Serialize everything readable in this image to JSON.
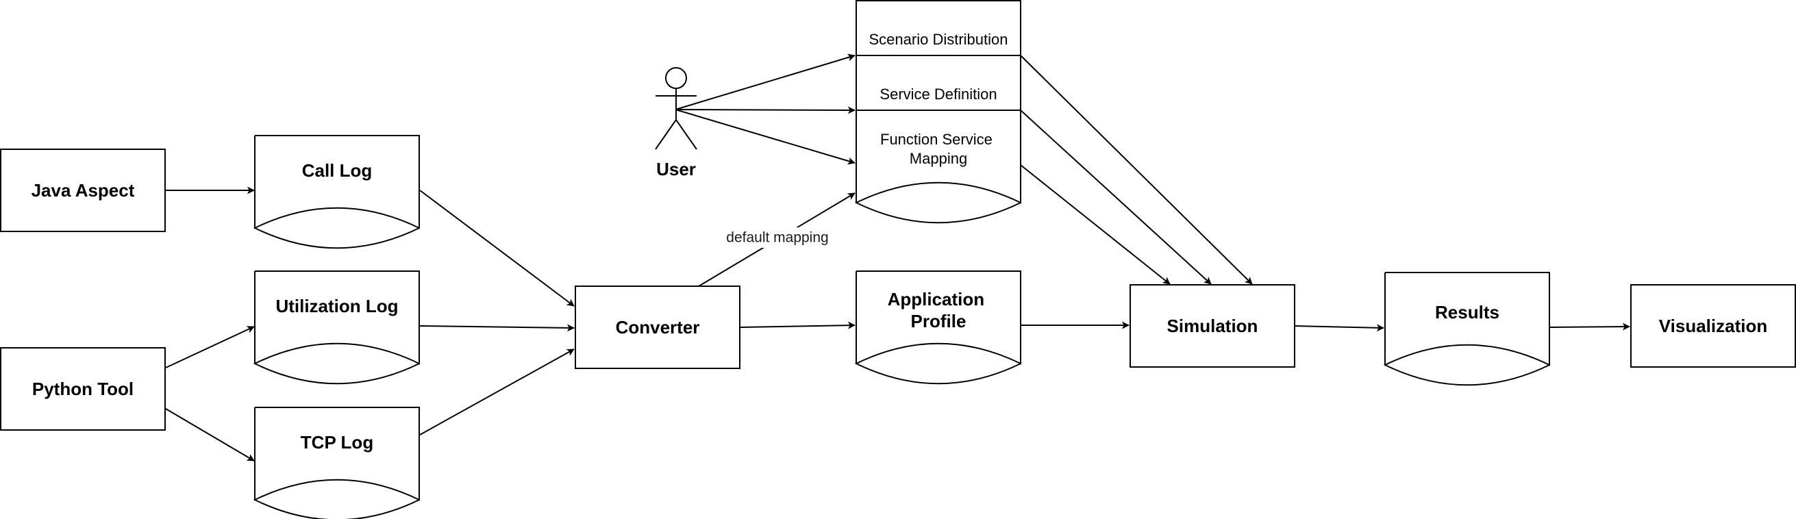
{
  "nodes": {
    "java_aspect": "Java Aspect",
    "python_tool": "Python Tool",
    "call_log": "Call Log",
    "utilization_log": "Utilization Log",
    "tcp_log": "TCP Log",
    "converter": "Converter",
    "user": "User",
    "scenario_distribution": "Scenario Distribution",
    "service_definition": "Service Definition",
    "function_service_mapping": [
      "Function Service",
      "Mapping"
    ],
    "application_profile": [
      "Application",
      "Profile"
    ],
    "simulation": "Simulation",
    "results": "Results",
    "visualization": "Visualization"
  },
  "edge_labels": {
    "default_mapping": "default mapping"
  }
}
